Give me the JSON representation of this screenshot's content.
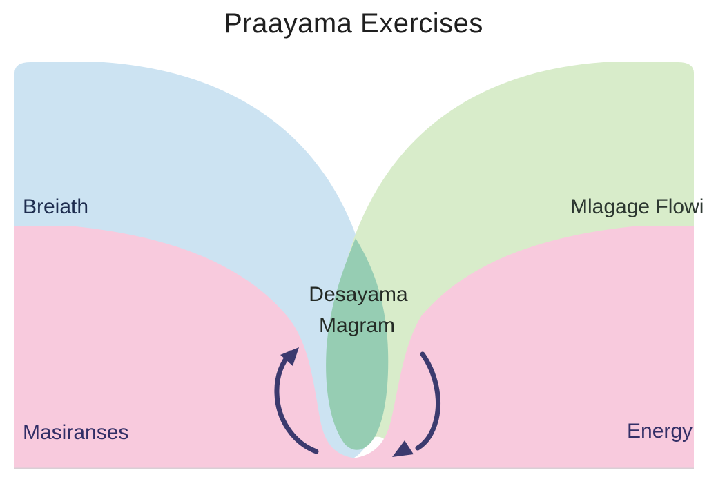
{
  "title": "Praayama Exercises",
  "diagram": {
    "labels": {
      "breath": "Breiath",
      "flow": "Mlagage Flowi",
      "center_line1": "Desayama",
      "center_line2": "Magram",
      "bottom_left": "Masiranses",
      "bottom_right": "Energy"
    },
    "colors": {
      "region_blue": "#cce3f2",
      "region_green": "#d8ecca",
      "region_teal": "#96cdb3",
      "region_pink": "#f8cadd",
      "arrow_indigo": "#3c3a6e",
      "baseline_gray": "#d9cfd5",
      "title_text": "#1f1f1f",
      "breath_text": "#1e2d4f",
      "flow_text": "#2d3831",
      "center_text": "#242a25",
      "masiranses_text": "#312e66",
      "energy_text": "#343067"
    }
  }
}
